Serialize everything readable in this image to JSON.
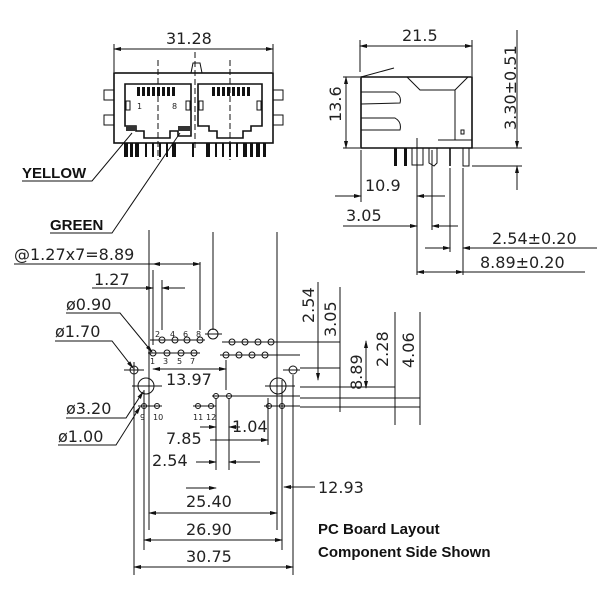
{
  "front_view": {
    "width_dim": "31.28",
    "led_labels": {
      "yellow": "YELLOW",
      "green": "GREEN"
    },
    "pin_labels": {
      "first": "1",
      "last": "8"
    }
  },
  "side_view": {
    "width_dim": "21.5",
    "height_dim": "13.6",
    "pin_length_dim": "3.30±0.51",
    "dim_10_9": "10.9",
    "dim_3_05": "3.05",
    "dim_2_54_tol": "2.54±0.20",
    "dim_8_89_tol": "8.89±0.20"
  },
  "pcb_layout": {
    "pitch_note": "@1.27x7=8.89",
    "pitch": "1.27",
    "hole_0_90": "ø0.90",
    "hole_1_70": "ø1.70",
    "hole_3_20": "ø3.20",
    "hole_1_00": "ø1.00",
    "dim_13_97": "13.97",
    "dim_7_85": "7.85",
    "dim_1_04": "1.04",
    "dim_2_54": "2.54",
    "dim_25_40": "25.40",
    "dim_26_90": "26.90",
    "dim_30_75": "30.75",
    "dim_12_93": "12.93",
    "dim_v_2_54": "2.54",
    "dim_v_3_05": "3.05",
    "dim_v_8_89": "8.89",
    "dim_v_2_28": "2.28",
    "dim_v_4_06": "4.06",
    "pin_numbers_top": [
      "2",
      "4",
      "6",
      "8"
    ],
    "pin_numbers_bottom": [
      "1",
      "3",
      "5",
      "7"
    ],
    "led_pins": [
      "9",
      "10",
      "11",
      "12"
    ],
    "title_line1": "PC Board Layout",
    "title_line2": "Component  Side Shown"
  }
}
